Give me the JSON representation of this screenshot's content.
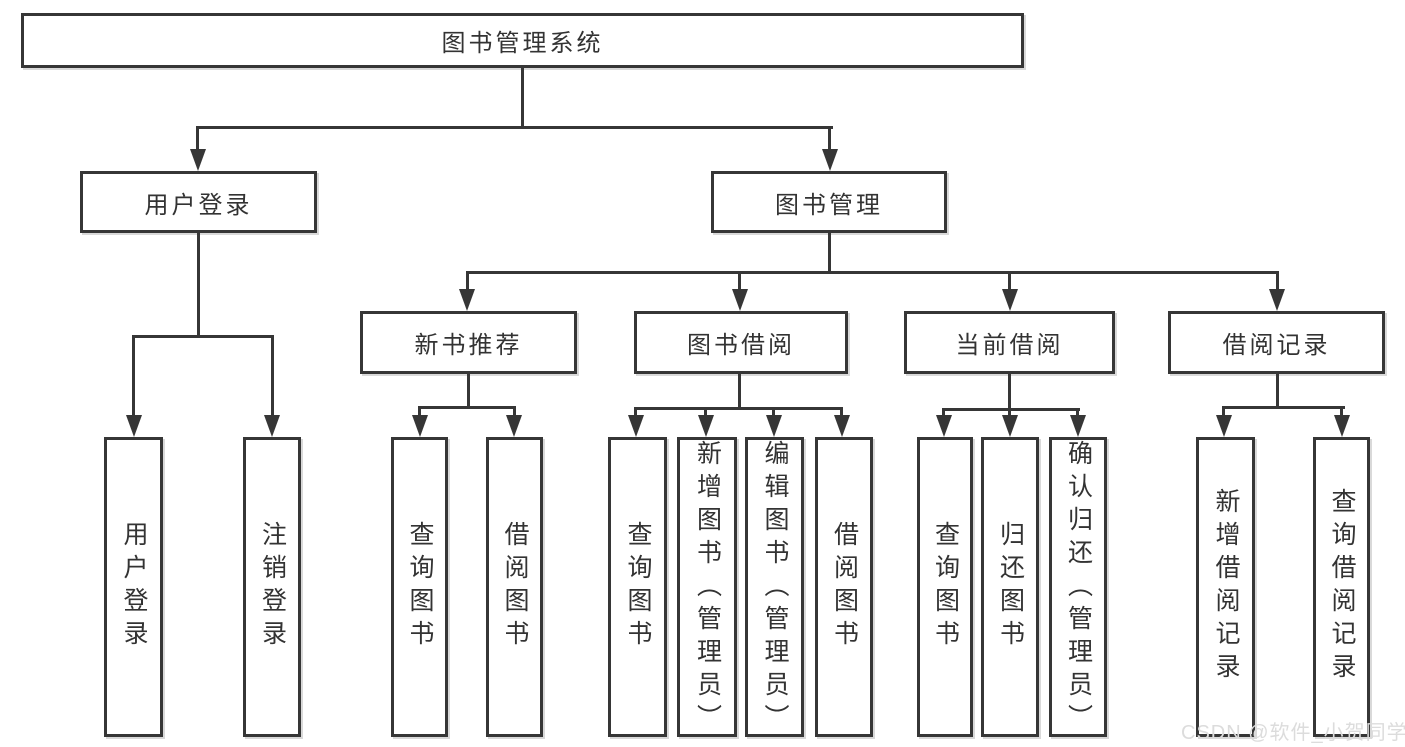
{
  "diagram": {
    "root": "图书管理系统",
    "level1": {
      "user_login": "用户登录",
      "book_management": "图书管理"
    },
    "level2": {
      "new_book_recommend": "新书推荐",
      "book_borrow": "图书借阅",
      "current_borrow": "当前借阅",
      "borrow_record": "借阅记录"
    },
    "leaves": {
      "user_login": "用户登录",
      "logout": "注销登录",
      "rec_query_book": "查询图书",
      "rec_borrow_book": "借阅图书",
      "bb_query_book": "查询图书",
      "bb_add_book_admin": "新增图书（管理员）",
      "bb_edit_book_admin": "编辑图书（管理员）",
      "bb_borrow_book": "借阅图书",
      "cb_query_book": "查询图书",
      "cb_return_book": "归还图书",
      "cb_confirm_return_admin": "确认归还（管理员）",
      "br_add_record": "新增借阅记录",
      "br_query_record": "查询借阅记录"
    }
  },
  "watermark": "CSDN @软件_小贺同学",
  "colors": {
    "line": "#363636",
    "text": "#333333",
    "watermark": "#dcdcdc",
    "background": "#ffffff"
  }
}
